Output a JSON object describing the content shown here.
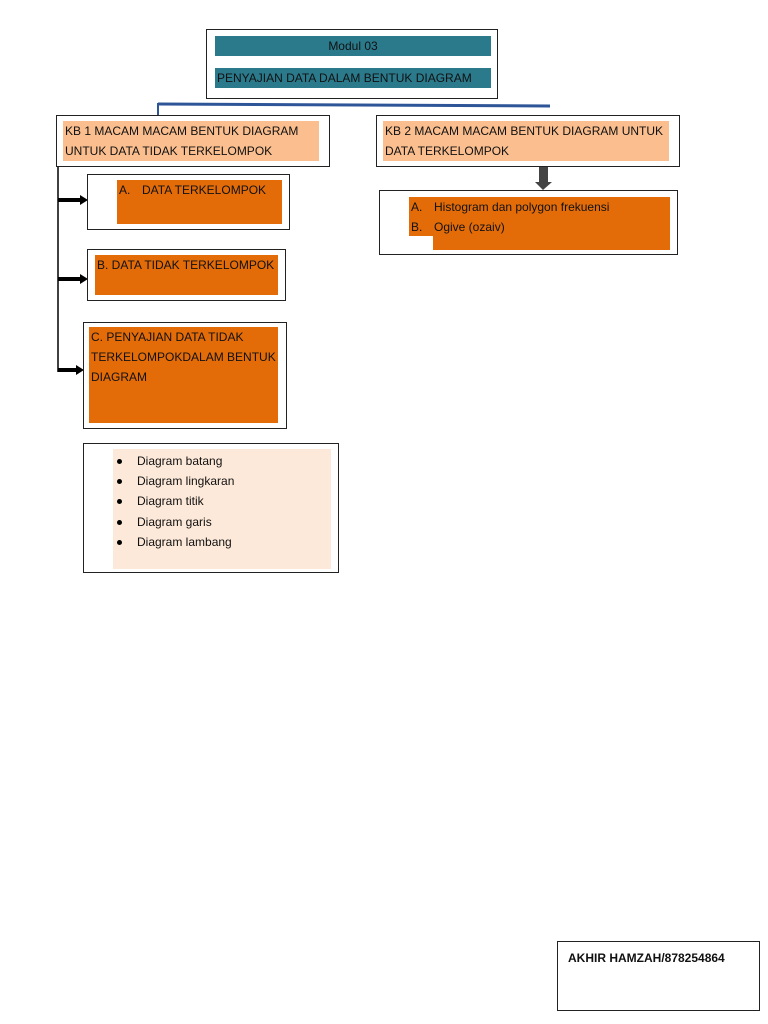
{
  "header": {
    "module": "Modul 03",
    "title": "PENYAJIAN DATA DALAM BENTUK DIAGRAM"
  },
  "kb1": {
    "title_line1": "KB 1 MACAM MACAM BENTUK DIAGRAM",
    "title_line2": "UNTUK DATA TIDAK TERKELOMPOK",
    "items": [
      {
        "prefix": "A.",
        "label": "DATA TERKELOMPOK"
      },
      {
        "label": "B. DATA TIDAK TERKELOMPOK"
      },
      {
        "line1": "C. PENYAJIAN DATA TIDAK",
        "line2": "TERKELOMPOKDALAM BENTUK",
        "line3": "DIAGRAM"
      }
    ],
    "diagram_list": [
      "Diagram batang",
      "Diagram lingkaran",
      "Diagram titik",
      "Diagram garis",
      "Diagram lambang"
    ]
  },
  "kb2": {
    "title_line1": "KB 2 MACAM MACAM BENTUK DIAGRAM UNTUK",
    "title_line2": "DATA TERKELOMPOK",
    "items": [
      {
        "prefix": "A.",
        "label": "Histogram dan polygon frekuensi"
      },
      {
        "prefix": "B.",
        "label": "Ogive (ozaiv)"
      }
    ]
  },
  "footer": {
    "author": "AKHIR HAMZAH/878254864"
  },
  "colors": {
    "teal": "#2a7a8c",
    "peach": "#fbbf8f",
    "orange": "#e36c09",
    "cream": "#fde9d9",
    "connector": "#2e5597"
  }
}
